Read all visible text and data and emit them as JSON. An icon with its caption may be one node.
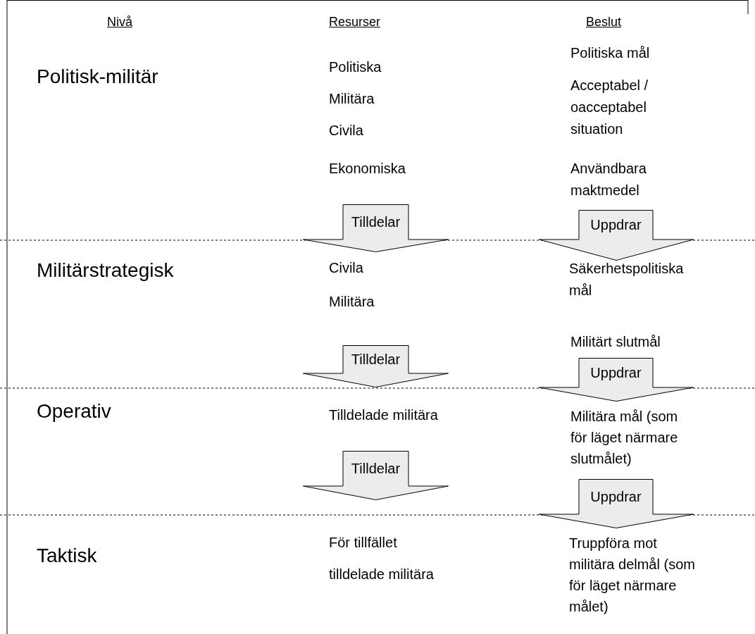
{
  "diagram": {
    "nodes": [
      {
        "text": [
          "Tilldelar"
        ]
      },
      {
        "text": [
          "Uppdrar"
        ]
      },
      {
        "text": [
          "Tilldelar"
        ]
      },
      {
        "text": [
          "Uppdrar"
        ]
      },
      {
        "text": [
          "Tilldelar"
        ]
      },
      {
        "text": [
          "Uppdrar"
        ]
      }
    ],
    "labels": [
      "Nivå",
      "Resurser",
      "Beslut",
      "Politisk-militär",
      "Politiska",
      "Militära",
      "Civila",
      "Ekonomiska",
      "Politiska mål",
      "Acceptabel / oacceptabel situation",
      "Användbara maktmedel",
      "Militärstrategisk",
      "Civila",
      "Militära",
      "Säkerhetspolitiska mål",
      "Militärt slutmål",
      "Operativ",
      "Tilldelade militära",
      "Militära mål (som för läget närmare slutmålet)",
      "Taktisk",
      "För tillfället",
      "tilldelade militära",
      "Truppföra mot militära delmål (som för läget närmare målet)"
    ]
  }
}
